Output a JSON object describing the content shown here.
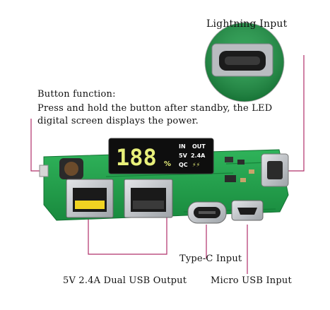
{
  "labels": {
    "lightning_input": "Lightning Input",
    "button_function_title": "Button function:",
    "button_function_desc": "Press and hold the button after standby, the LED digital screen displays the power.",
    "type_c_input": "Type-C Input",
    "usb_output": "5V 2.4A Dual USB Output",
    "micro_usb_input": "Micro USB Input"
  },
  "display": {
    "digits": "188",
    "percent": "%",
    "in": "IN",
    "out": "OUT",
    "v5": "5V",
    "a24": "2.4A",
    "qc": "QC",
    "bolt": "⚡⚡"
  },
  "colors": {
    "pcb": "#1f9a48",
    "display_digits": "#e8f07a",
    "callout_line": "#b0306a"
  }
}
